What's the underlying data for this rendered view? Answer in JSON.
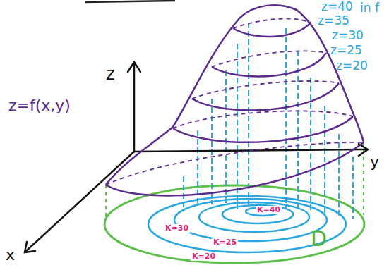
{
  "diagram": {
    "labels": [
      "z=f(x,y)",
      "z",
      "y",
      "x",
      "z=40",
      "in f",
      "z=35",
      "z=30",
      "z=25",
      "z=20",
      "K=40",
      "K=30",
      "K=25",
      "K=20",
      "D"
    ]
  }
}
